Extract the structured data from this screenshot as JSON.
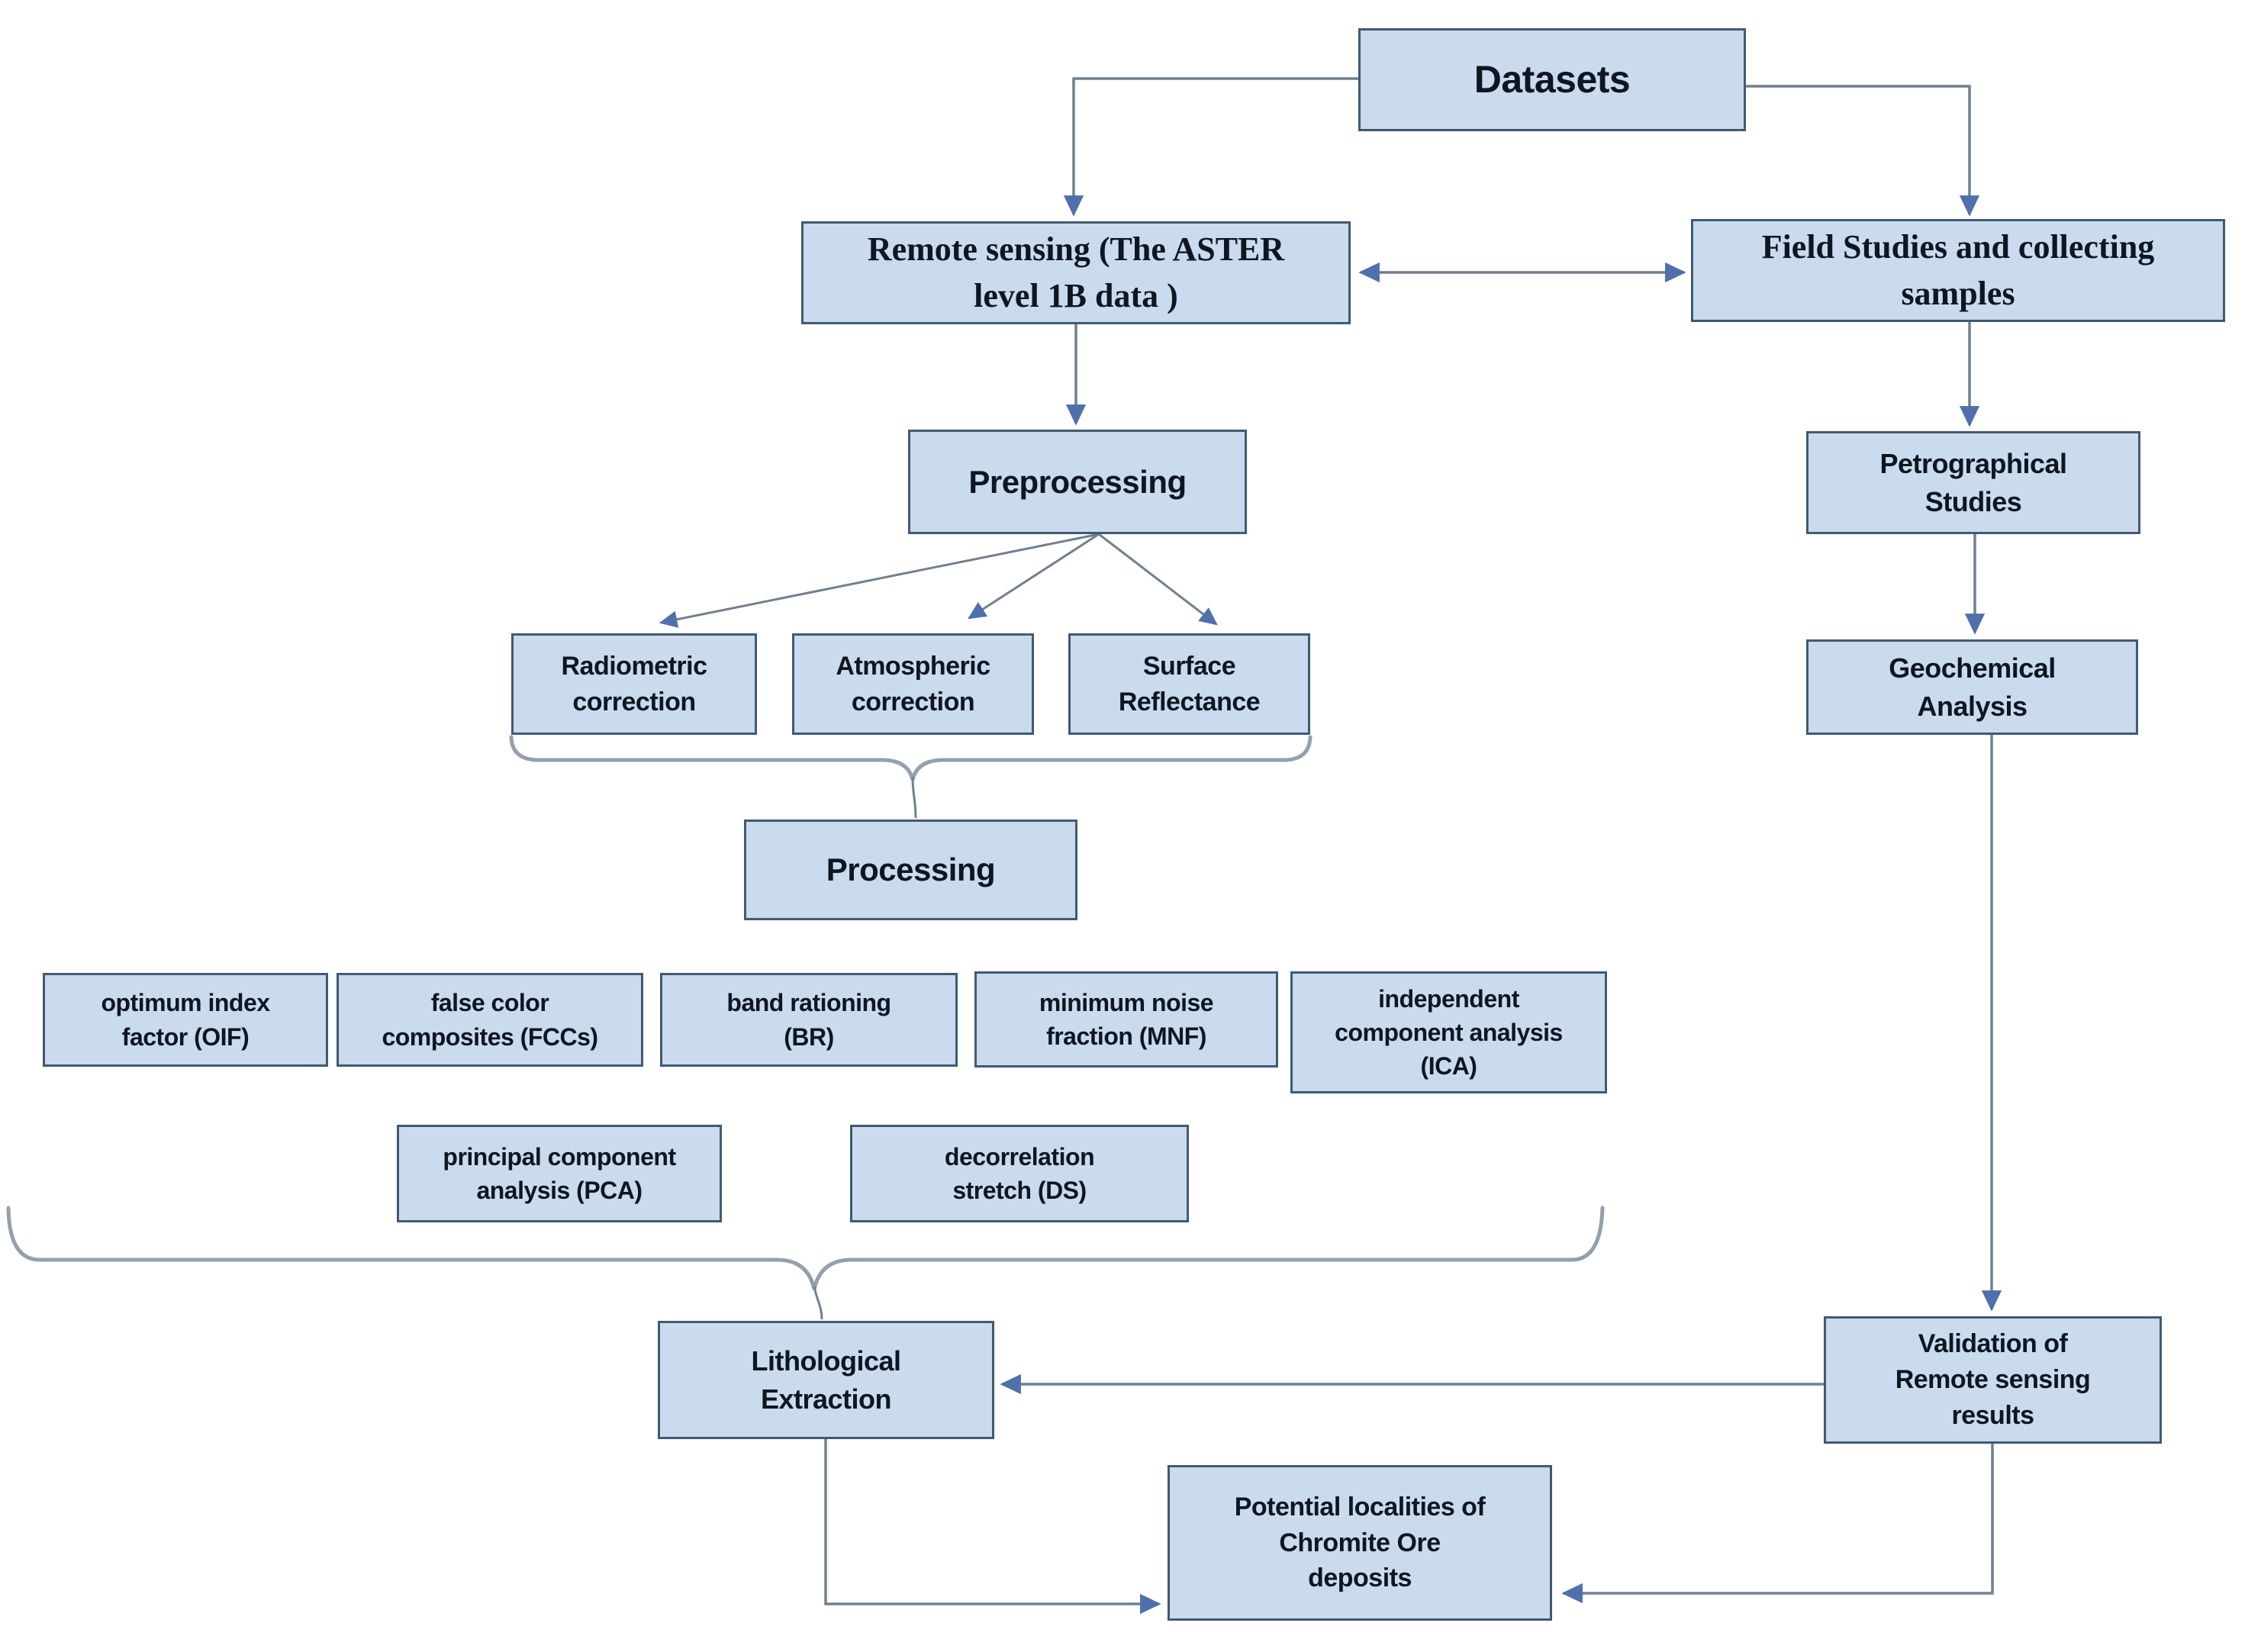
{
  "diagram": {
    "nodes": {
      "datasets": {
        "label": "Datasets"
      },
      "remote_sensing": {
        "label": "Remote sensing (The ASTER\nlevel 1B data )"
      },
      "field_studies": {
        "label": "Field Studies and collecting\nsamples"
      },
      "preprocessing": {
        "label": "Preprocessing"
      },
      "radiometric": {
        "label": "Radiometric\ncorrection"
      },
      "atmospheric": {
        "label": "Atmospheric\ncorrection"
      },
      "surface": {
        "label": "Surface\nReflectance"
      },
      "processing": {
        "label": "Processing"
      },
      "petrographical": {
        "label": "Petrographical\nStudies"
      },
      "geochemical": {
        "label": "Geochemical\nAnalysis"
      },
      "oif": {
        "label": "optimum index\nfactor (OIF)"
      },
      "fccs": {
        "label": "false color\ncomposites (FCCs)"
      },
      "br": {
        "label": "band rationing\n(BR)"
      },
      "mnf": {
        "label": "minimum noise\nfraction (MNF)"
      },
      "ica": {
        "label": "independent\ncomponent analysis\n(ICA)"
      },
      "pca": {
        "label": "principal component\nanalysis (PCA)"
      },
      "ds": {
        "label": "decorrelation\nstretch (DS)"
      },
      "lithological": {
        "label": "Lithological\nExtraction"
      },
      "validation": {
        "label": "Validation of\nRemote sensing\nresults"
      },
      "potential": {
        "label": "Potential localities of\nChromite Ore\ndeposits"
      }
    },
    "colors": {
      "node_fill": "#cadbee",
      "node_border": "#415a72",
      "connector": "#70808f",
      "brace": "#93a0ac",
      "arrow": "#4f6fad",
      "text": "#0e1621"
    }
  }
}
